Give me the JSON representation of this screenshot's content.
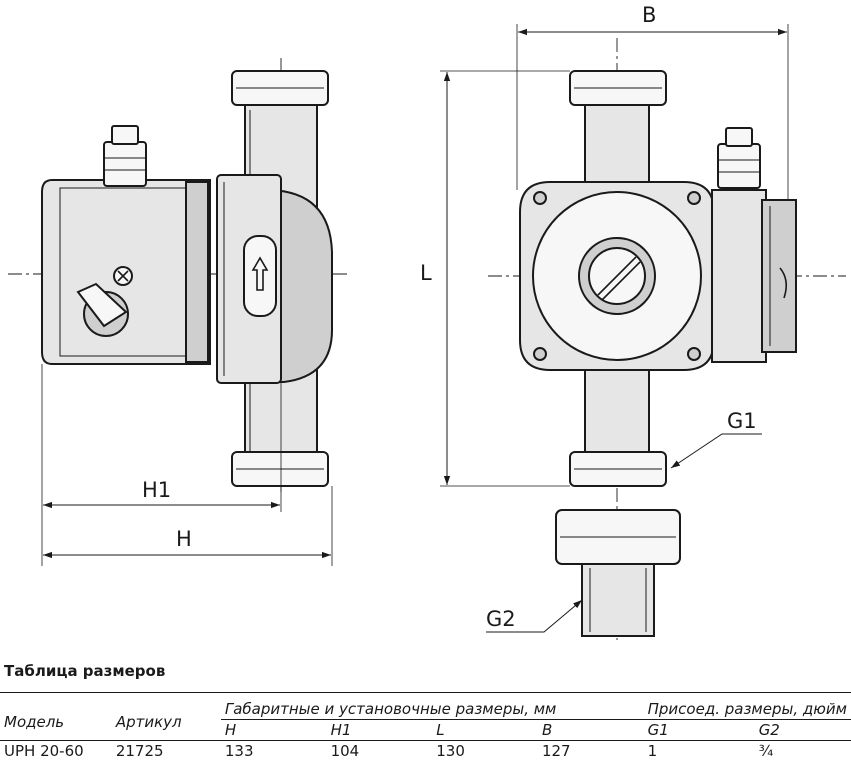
{
  "labels": {
    "dim_b": "B",
    "dim_l": "L",
    "dim_h1": "H1",
    "dim_h": "H",
    "thread_g1": "G1",
    "thread_g2": "G2"
  },
  "table": {
    "title": "Таблица размеров",
    "col_model": "Модель",
    "col_article": "Артикул",
    "group_dims": "Габаритные и установочные размеры, мм",
    "group_conn": "Присоед. размеры, дюйм",
    "sub_headers": [
      "H",
      "H1",
      "L",
      "B",
      "G1",
      "G2"
    ],
    "row": {
      "model": "UPH 20-60",
      "article": "21725",
      "h": "133",
      "h1": "104",
      "l": "130",
      "b": "127",
      "g1": "1",
      "g2": "¾"
    }
  }
}
